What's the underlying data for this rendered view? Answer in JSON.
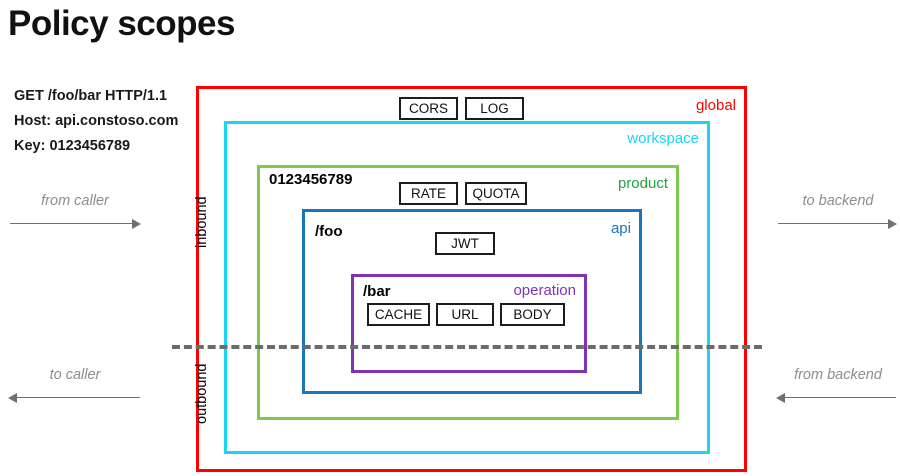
{
  "title": "Policy scopes",
  "request": {
    "lines": [
      "GET /foo/bar HTTP/1.1",
      "Host: api.constoso.com",
      "Key: 0123456789"
    ]
  },
  "scopes": [
    {
      "id": "global",
      "label": "global",
      "color": "#ff0000",
      "policies": [
        "CORS",
        "LOG"
      ]
    },
    {
      "id": "workspace",
      "label": "workspace",
      "color": "#19d6f5",
      "policies": []
    },
    {
      "id": "product",
      "label": "product",
      "color": "#7ec950",
      "label_color": "#21a33f",
      "context_value": "0123456789",
      "policies": [
        "RATE",
        "QUOTA"
      ]
    },
    {
      "id": "api",
      "label": "api",
      "color": "#1b75bb",
      "path": "/foo",
      "policies": [
        "JWT"
      ]
    },
    {
      "id": "operation",
      "label": "operation",
      "color": "#7f35b2",
      "path": "/bar",
      "policies": [
        "CACHE",
        "URL",
        "BODY"
      ]
    }
  ],
  "policies": {
    "cors": "CORS",
    "log": "LOG",
    "rate": "RATE",
    "quota": "QUOTA",
    "jwt": "JWT",
    "cache": "CACHE",
    "url": "URL",
    "body": "BODY"
  },
  "paths": {
    "api": "/foo",
    "operation": "/bar"
  },
  "context_key": "0123456789",
  "directions": {
    "inbound": "inbound",
    "outbound": "outbound"
  },
  "flows": {
    "from_caller": "from caller",
    "to_caller": "to caller",
    "to_backend": "to backend",
    "from_backend": "from backend"
  }
}
